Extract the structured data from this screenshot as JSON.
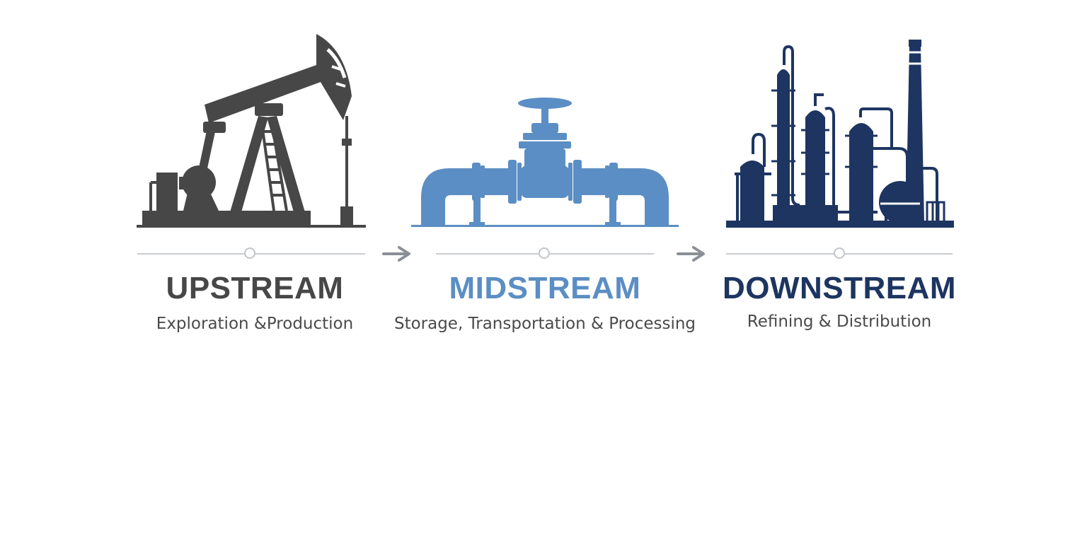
{
  "colors": {
    "upstream": "#474747",
    "midstream": "#5b8ec4",
    "downstream": "#1d3560",
    "track": "#c9ccd1",
    "arrow": "#8a8f96",
    "subtitle": "#4a4a4a"
  },
  "stages": [
    {
      "title": "UPSTREAM",
      "subtitle": "Exploration &Production",
      "icon": "pumpjack-icon"
    },
    {
      "title": "MIDSTREAM",
      "subtitle": "Storage, Transportation & Processing",
      "icon": "pipeline-valve-icon"
    },
    {
      "title": "DOWNSTREAM",
      "subtitle": "Refining & Distribution",
      "icon": "refinery-icon"
    }
  ],
  "connectors": [
    "arrow-right-icon",
    "arrow-right-icon"
  ]
}
